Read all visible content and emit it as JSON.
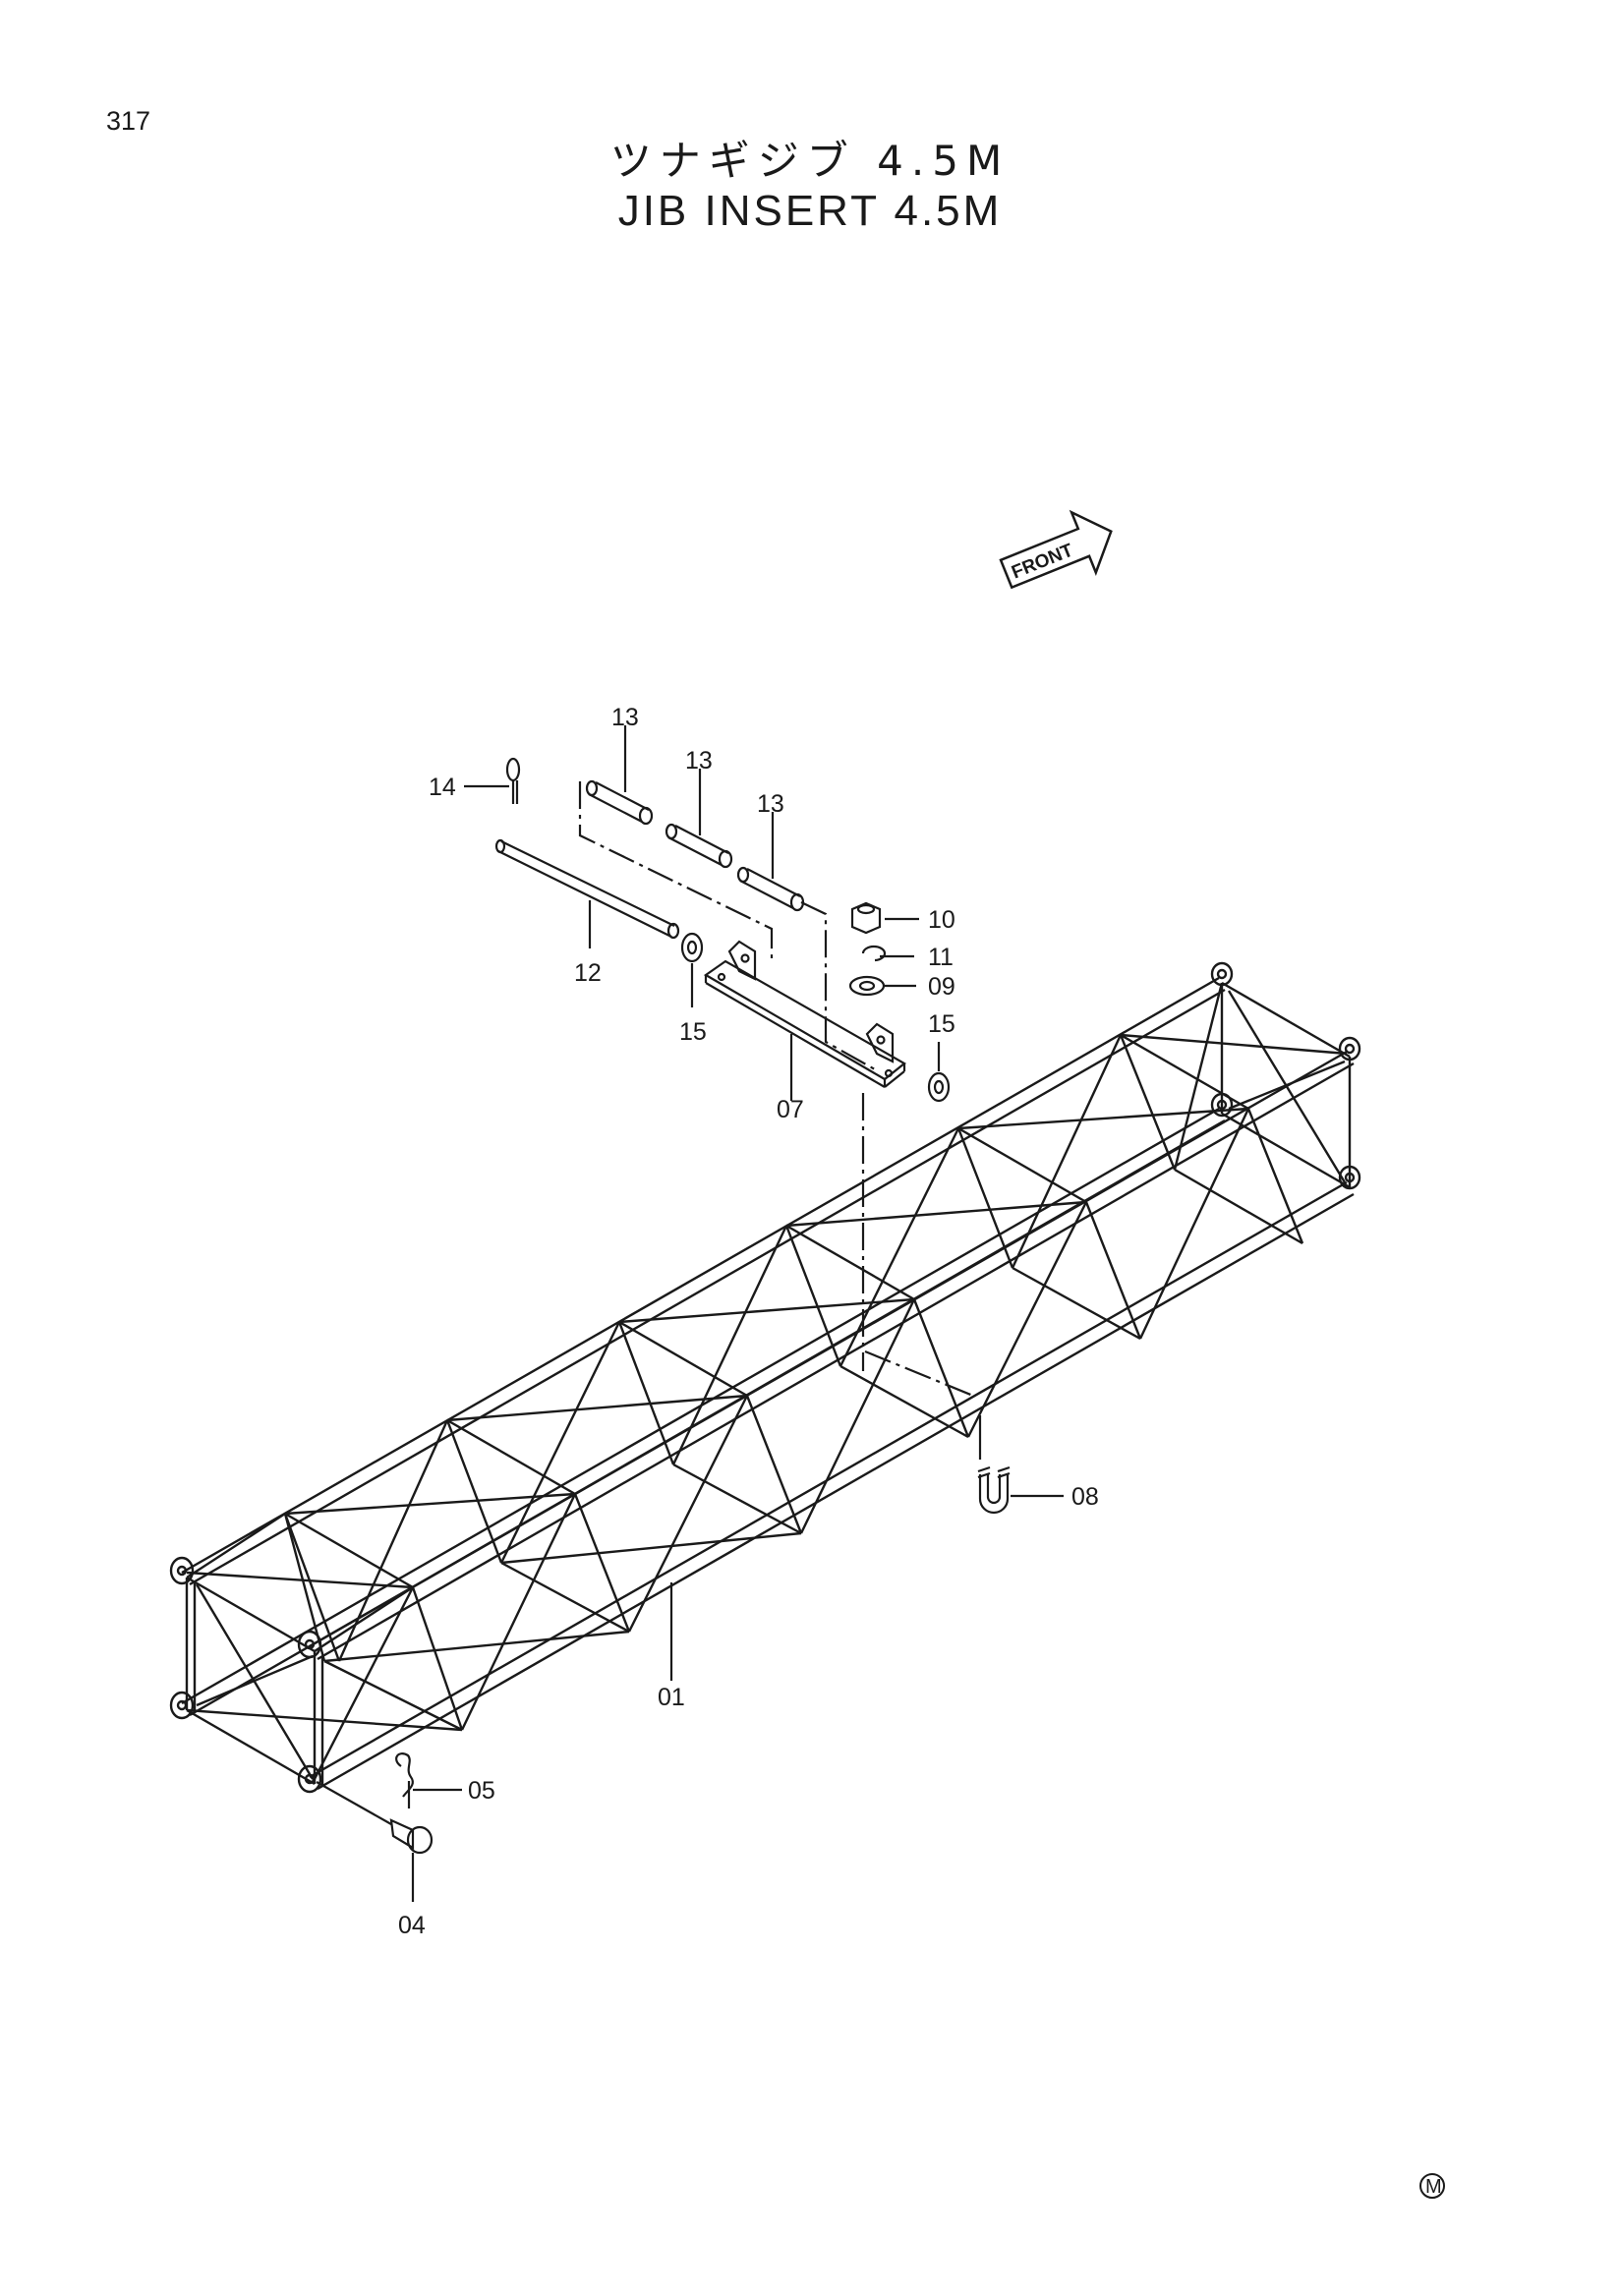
{
  "page": {
    "number": "317"
  },
  "title": {
    "japanese": "ツナギジブ 4.5M",
    "english": "JIB INSERT 4.5M"
  },
  "front_marker": {
    "label": "FRONT",
    "icon": "arrow-icon"
  },
  "callouts": {
    "c13a": "13",
    "c13b": "13",
    "c13c": "13",
    "c14": "14",
    "c12": "12",
    "c10": "10",
    "c11": "11",
    "c09": "09",
    "c15a": "15",
    "c15b": "15",
    "c07": "07",
    "c08": "08",
    "c01": "01",
    "c05": "05",
    "c04": "04"
  },
  "footer": {
    "mark": "M"
  }
}
